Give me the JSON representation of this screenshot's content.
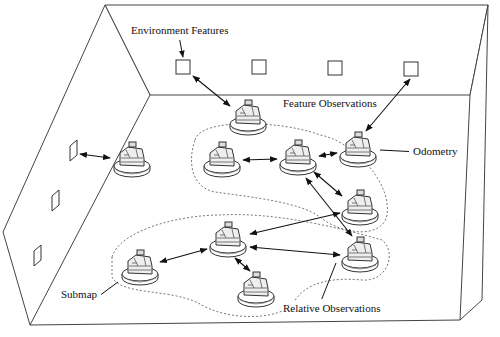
{
  "diagram": {
    "labels": [
      "Environment Features",
      "Feature Observations",
      "Odometry",
      "Submap",
      "Relative Observations"
    ]
  }
}
